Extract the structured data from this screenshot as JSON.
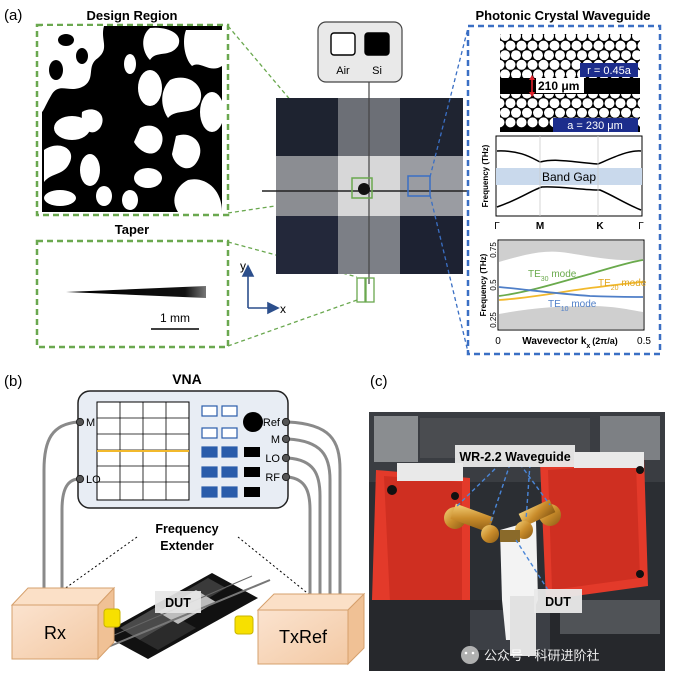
{
  "panel_a": {
    "label": "(a)",
    "design_region_title": "Design Region",
    "taper_title": "Taper",
    "taper_scale": "1 mm",
    "legend": {
      "air": "Air",
      "si": "Si"
    },
    "axis_y": "y",
    "axis_x": "x",
    "phc_title": "Photonic Crystal Waveguide",
    "r_label": "r = 0.45a",
    "gap_label": "210 μm",
    "a_label": "a = 230 μm",
    "band_ylabel": "Frequency (THz)",
    "band_gap_label": "Band Gap",
    "band_ticks": [
      "Γ",
      "M",
      "K",
      "Γ"
    ],
    "disp_ylabel": "Frequency (THz)",
    "disp_yticks": [
      "0.75",
      "0.5",
      "0.25"
    ],
    "disp_xticks": [
      "0",
      "0.5"
    ],
    "disp_xlabel": "Wavevector k",
    "disp_xlabel_sub": "x",
    "disp_xlabel_unit": "(2π/a)",
    "mode_te30": "TE",
    "mode_te30_sub": "30",
    "mode_te20": "TE",
    "mode_te20_sub": "20",
    "mode_te10": "TE",
    "mode_te10_sub": "10",
    "mode_word": " mode",
    "colors": {
      "green": "#6aa84f",
      "blue": "#3a6fc4",
      "te30": "#6aaa4c",
      "te20": "#f2b92c",
      "te10": "#4f7fc8"
    }
  },
  "panel_b": {
    "label": "(b)",
    "vna_title": "VNA",
    "ports_left": [
      "M",
      "LO"
    ],
    "ports_right": [
      "Ref",
      "M",
      "LO",
      "RF"
    ],
    "extender_title": "Frequency\nExtender",
    "rx_label": "Rx",
    "txref_label": "TxRef",
    "dut_label": "DUT"
  },
  "panel_c": {
    "label": "(c)",
    "waveguide_label": "WR-2.2 Waveguide",
    "dut_label": "DUT",
    "watermark": "公众号 · 科研进阶社"
  }
}
